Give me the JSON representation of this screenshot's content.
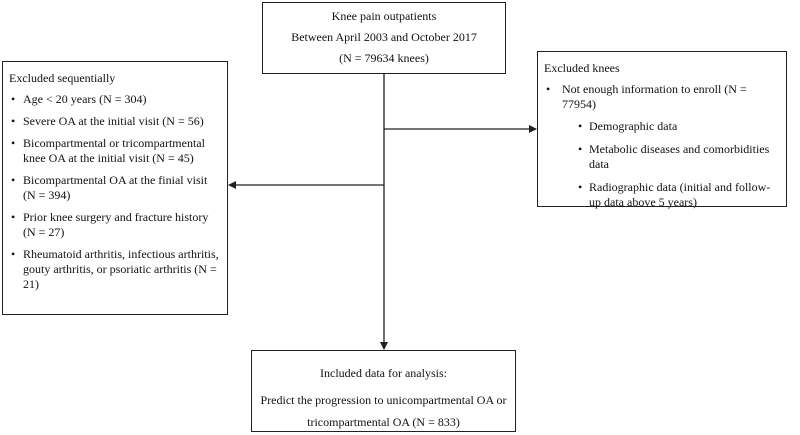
{
  "top": {
    "line1": "Knee pain outpatients",
    "line2": "Between April 2003 and October 2017",
    "line3": "(N = 79634 knees)"
  },
  "left": {
    "title": "Excluded sequentially",
    "items": [
      "Age < 20 years (N = 304)",
      "Severe OA at the initial visit (N = 56)",
      "Bicompartmental or tricompartmental knee OA at the initial visit (N = 45)",
      "Bicompartmental OA at the finial visit (N =  394)",
      "Prior knee surgery and fracture history (N = 27)",
      "Rheumatoid arthritis, infectious arthritis, gouty arthritis, or psoriatic arthritis (N = 21)"
    ]
  },
  "right": {
    "title": "Excluded knees",
    "main_item": "Not enough information to enroll (N = 77954)",
    "sub_items": [
      "Demographic data",
      "Metabolic diseases and comorbidities data",
      "Radiographic data (initial and follow-up data above 5 years)"
    ]
  },
  "bottom": {
    "line1": "Included data for analysis:",
    "line2": "Predict the progression to unicompartmental OA or tricompartmental OA (N = 833)"
  }
}
